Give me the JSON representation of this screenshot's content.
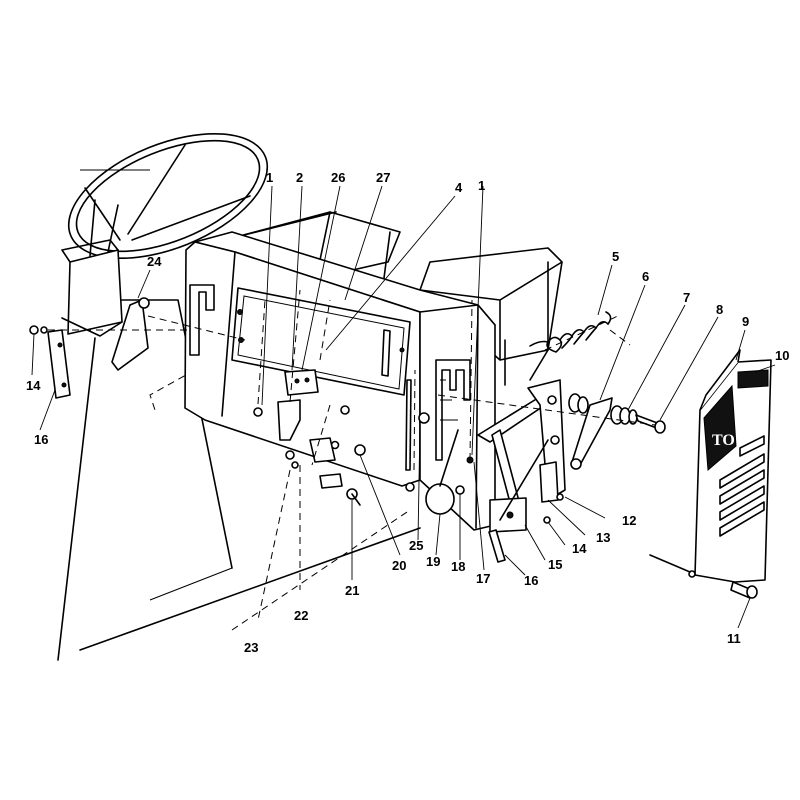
{
  "callouts": [
    {
      "id": "1a",
      "label": "1"
    },
    {
      "id": "2",
      "label": "2"
    },
    {
      "id": "26",
      "label": "26"
    },
    {
      "id": "27",
      "label": "27"
    },
    {
      "id": "4",
      "label": "4"
    },
    {
      "id": "1b",
      "label": "1"
    },
    {
      "id": "24",
      "label": "24"
    },
    {
      "id": "5",
      "label": "5"
    },
    {
      "id": "6",
      "label": "6"
    },
    {
      "id": "7",
      "label": "7"
    },
    {
      "id": "8",
      "label": "8"
    },
    {
      "id": "9",
      "label": "9"
    },
    {
      "id": "10",
      "label": "10"
    },
    {
      "id": "14a",
      "label": "14"
    },
    {
      "id": "16a",
      "label": "16"
    },
    {
      "id": "12",
      "label": "12"
    },
    {
      "id": "13",
      "label": "13"
    },
    {
      "id": "14b",
      "label": "14"
    },
    {
      "id": "15",
      "label": "15"
    },
    {
      "id": "16b",
      "label": "16"
    },
    {
      "id": "17",
      "label": "17"
    },
    {
      "id": "18",
      "label": "18"
    },
    {
      "id": "19",
      "label": "19"
    },
    {
      "id": "20",
      "label": "20"
    },
    {
      "id": "25",
      "label": "25"
    },
    {
      "id": "21",
      "label": "21"
    },
    {
      "id": "22",
      "label": "22"
    },
    {
      "id": "23",
      "label": "23"
    },
    {
      "id": "11",
      "label": "11"
    }
  ],
  "cover_logo": "TO",
  "colors": {
    "ink": "#000000",
    "paper": "#ffffff"
  }
}
